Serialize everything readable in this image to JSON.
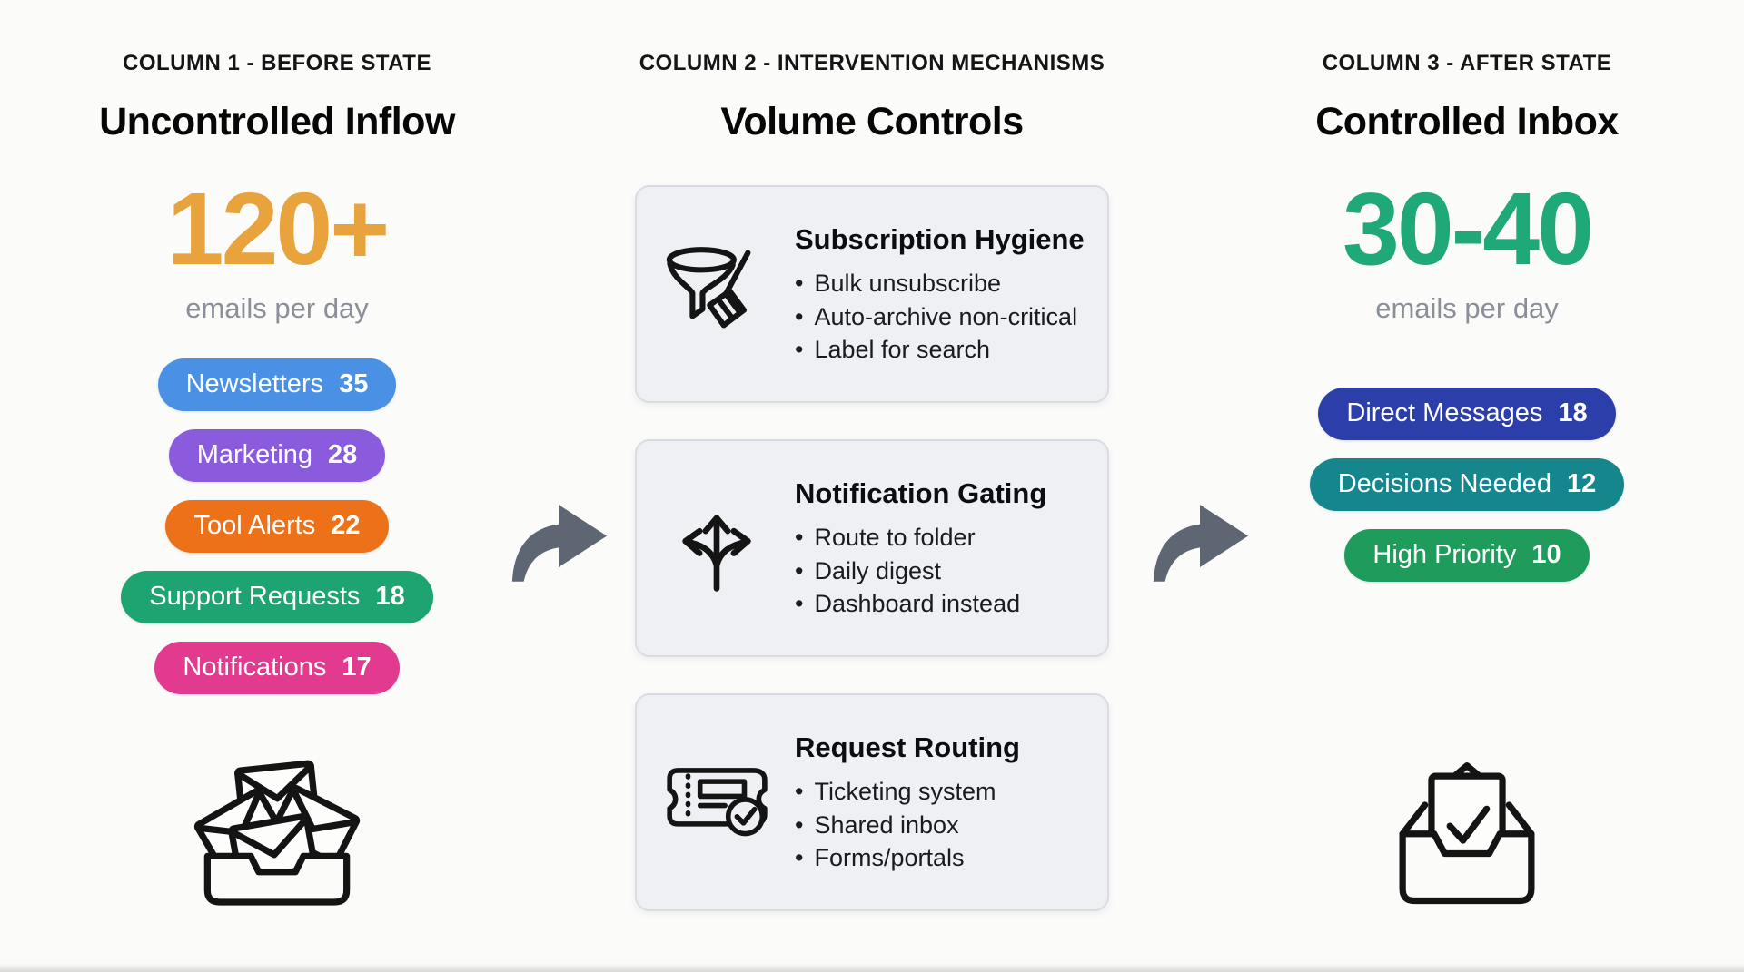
{
  "before": {
    "kicker": "COLUMN 1 - BEFORE STATE",
    "title": "Uncontrolled Inflow",
    "metric_value": "120+",
    "metric_label": "emails per day",
    "metric_color": "#E8A33C",
    "pills": [
      {
        "label": "Newsletters",
        "count": "35",
        "color": "#4A90E4"
      },
      {
        "label": "Marketing",
        "count": "28",
        "color": "#8A5BDC"
      },
      {
        "label": "Tool Alerts",
        "count": "22",
        "color": "#EC7118"
      },
      {
        "label": "Support Requests",
        "count": "18",
        "color": "#1EA470"
      },
      {
        "label": "Notifications",
        "count": "17",
        "color": "#E23A8E"
      }
    ]
  },
  "interventions": {
    "kicker": "COLUMN 2 - INTERVENTION MECHANISMS",
    "title": "Volume Controls",
    "cards": [
      {
        "icon": "funnel-broom",
        "title": "Subscription Hygiene",
        "bullets": [
          "Bulk unsubscribe",
          "Auto-archive non-critical",
          "Label for search"
        ]
      },
      {
        "icon": "branching-arrows",
        "title": "Notification Gating",
        "bullets": [
          "Route to folder",
          "Daily digest",
          "Dashboard instead"
        ]
      },
      {
        "icon": "ticket-check",
        "title": "Request Routing",
        "bullets": [
          "Ticketing system",
          "Shared inbox",
          "Forms/portals"
        ]
      }
    ]
  },
  "after": {
    "kicker": "COLUMN 3 - AFTER STATE",
    "title": "Controlled Inbox",
    "metric_value": "30-40",
    "metric_label": "emails per day",
    "metric_color": "#1FA878",
    "pills": [
      {
        "label": "Direct Messages",
        "count": "18",
        "color": "#2B3EA9"
      },
      {
        "label": "Decisions Needed",
        "count": "12",
        "color": "#16868D"
      },
      {
        "label": "High Priority",
        "count": "10",
        "color": "#1F9C5C"
      }
    ]
  },
  "arrow_color": "#5D6672"
}
